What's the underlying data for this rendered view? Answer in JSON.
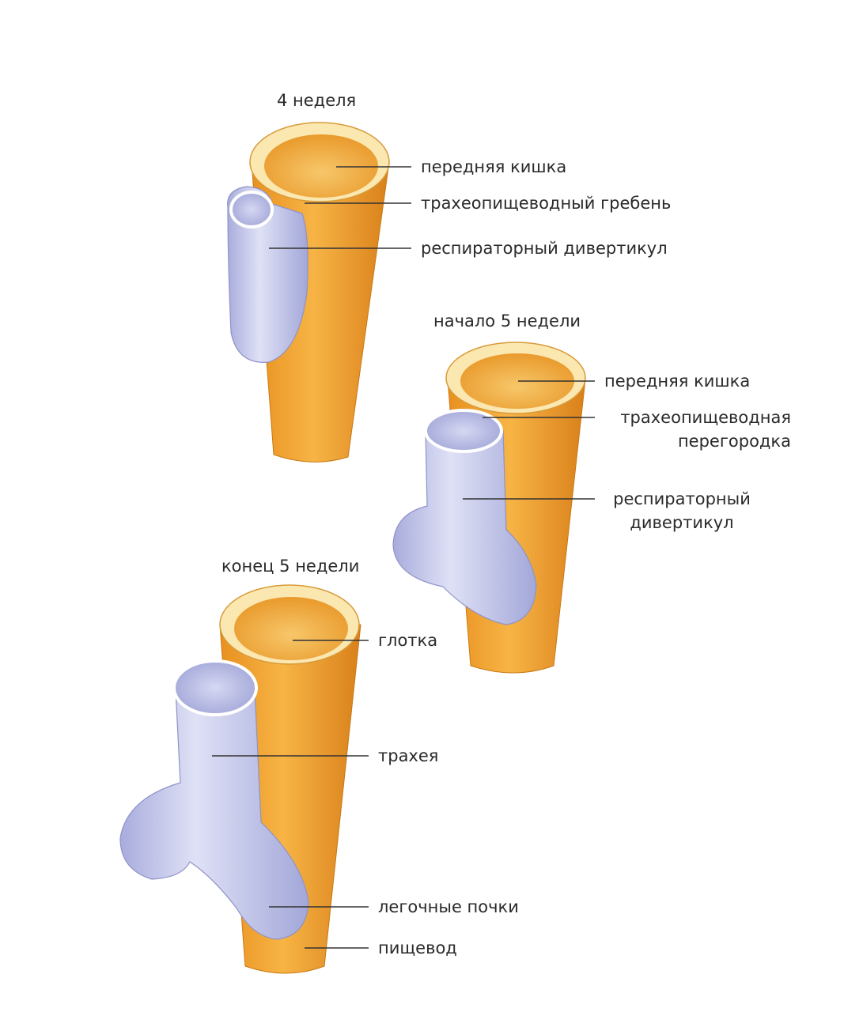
{
  "stages": [
    {
      "title": "4 неделя",
      "labels": [
        "передняя кишка",
        "трахеопищеводный гребень",
        "респираторный дивертикул"
      ]
    },
    {
      "title": "начало 5 недели",
      "labels": [
        "передняя кишка",
        "трахеопищеводная перегородка",
        "респираторный дивертикул"
      ]
    },
    {
      "title": "конец 5 недели",
      "labels": [
        "глотка",
        "трахея",
        "легочные почки",
        "пищевод"
      ]
    }
  ],
  "colors": {
    "gut_tube": "#f0a02a",
    "gut_lumen": "#f5c25e",
    "gut_rim": "#fbe7b0",
    "respiratory": "#c9ccec",
    "respiratory_shadow": "#9ea3d6",
    "leader_line": "#333333"
  }
}
